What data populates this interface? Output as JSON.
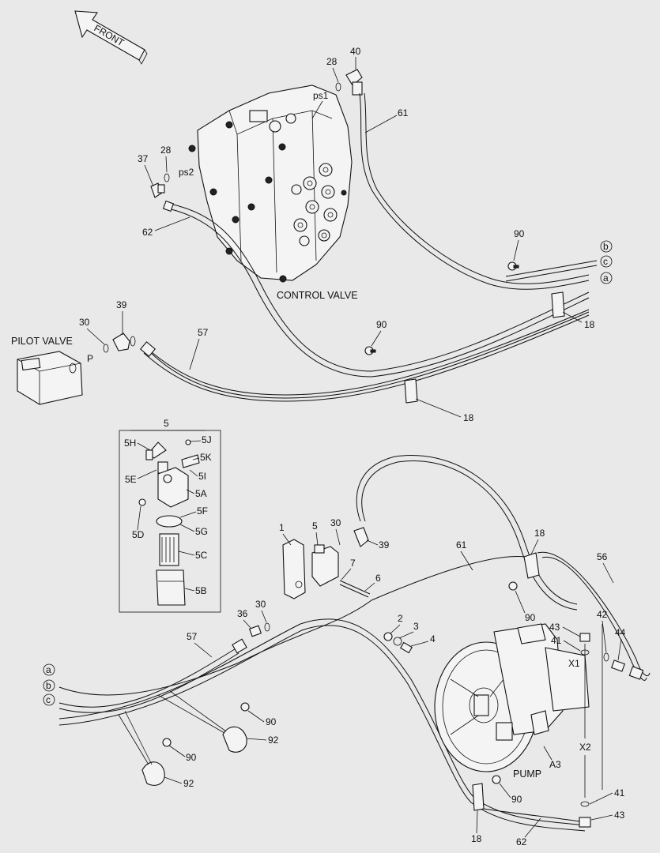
{
  "direction": {
    "label": "FRONT"
  },
  "components": {
    "control_valve": "CONTROL VALVE",
    "pilot_valve": "PILOT VALVE",
    "pump": "PUMP"
  },
  "ports": {
    "ps1": "ps1",
    "ps2": "ps2",
    "p": "P",
    "x1": "X1",
    "x2": "X2",
    "a3": "A3"
  },
  "circle_refs": {
    "top_b": "b",
    "top_c": "c",
    "top_a": "a",
    "bottom_a": "a",
    "bottom_b": "b",
    "bottom_c": "c"
  },
  "callouts": {
    "c40": "40",
    "c28_top": "28",
    "c61_top": "61",
    "c37": "37",
    "c28_left": "28",
    "c62_top": "62",
    "c90_top": "90",
    "c18_top": "18",
    "c39_top": "39",
    "c30_top": "30",
    "c57_top": "57",
    "c90_mid": "90",
    "c18_mid": "18",
    "c5_kit": "5",
    "c5H": "5H",
    "c5J": "5J",
    "c5K": "5K",
    "c5E": "5E",
    "c5I": "5I",
    "c5A": "5A",
    "c5F": "5F",
    "c5G": "5G",
    "c5D": "5D",
    "c5C": "5C",
    "c5B": "5B",
    "c1": "1",
    "c5": "5",
    "c30_mid": "30",
    "c39_mid": "39",
    "c7": "7",
    "c6": "6",
    "c61_bottom": "61",
    "c18_bottom": "18",
    "c56": "56",
    "c36": "36",
    "c30_bottom": "30",
    "c57_bottom": "57",
    "c2": "2",
    "c3": "3",
    "c4": "4",
    "c90_low": "90",
    "c43_upper": "43",
    "c41_upper": "41",
    "c42": "42",
    "c44": "44",
    "c90_clamp1": "90",
    "c92_clamp1": "92",
    "c90_clamp2": "90",
    "c92_clamp2": "92",
    "c90_pump": "90",
    "c41_lower": "41",
    "c43_lower": "43",
    "c18_pump": "18",
    "c62_bottom": "62"
  }
}
